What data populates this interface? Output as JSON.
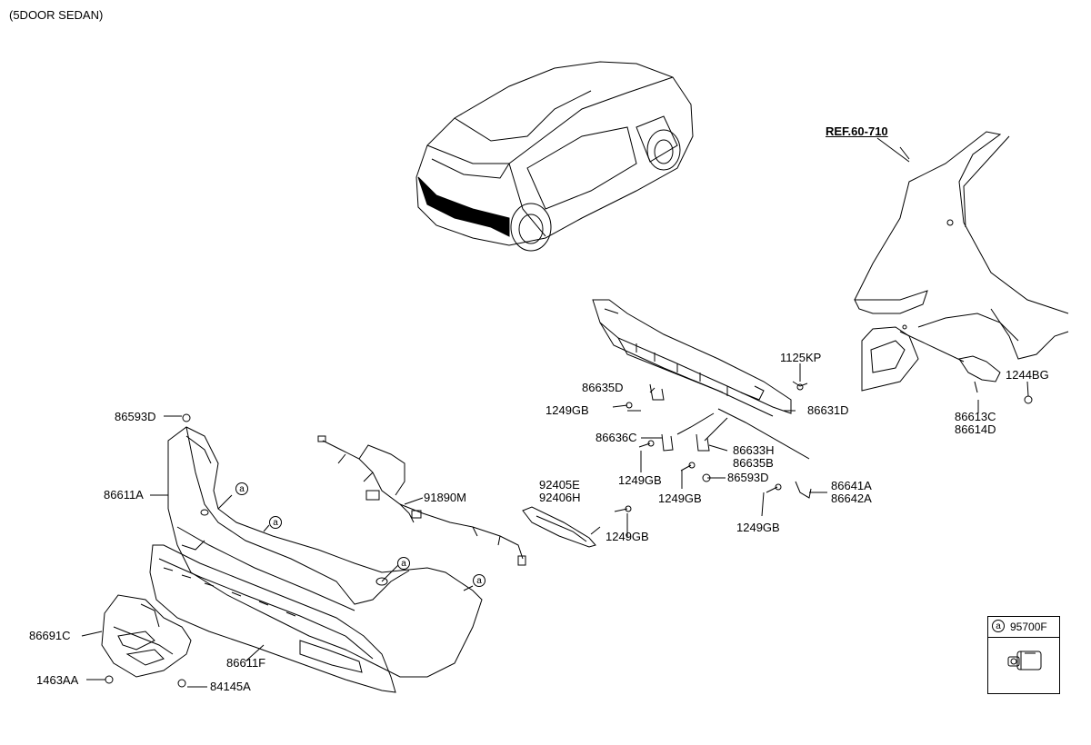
{
  "title": "(5DOOR SEDAN)",
  "ref_label": "REF.60-710",
  "callout_letter": "a",
  "parts": {
    "p86593D_a": "86593D",
    "p86611A": "86611A",
    "p91890M": "91890M",
    "p86691C": "86691C",
    "p1463AA": "1463AA",
    "p86611F": "86611F",
    "p84145A": "84145A",
    "p92405E": "92405E",
    "p92406H": "92406H",
    "p1249GB_a": "1249GB",
    "p86635D": "86635D",
    "p1249GB_b": "1249GB",
    "p86636C": "86636C",
    "p1249GB_c": "1249GB",
    "p86633H": "86633H",
    "p86635B": "86635B",
    "p86593D_b": "86593D",
    "p1249GB_d": "1249GB",
    "p1125KP": "1125KP",
    "p86631D": "86631D",
    "p86641A": "86641A",
    "p86642A": "86642A",
    "p1249GB_e": "1249GB",
    "p86613C": "86613C",
    "p86614D": "86614D",
    "p1244BG": "1244BG"
  },
  "legend": {
    "code": "95700F"
  }
}
